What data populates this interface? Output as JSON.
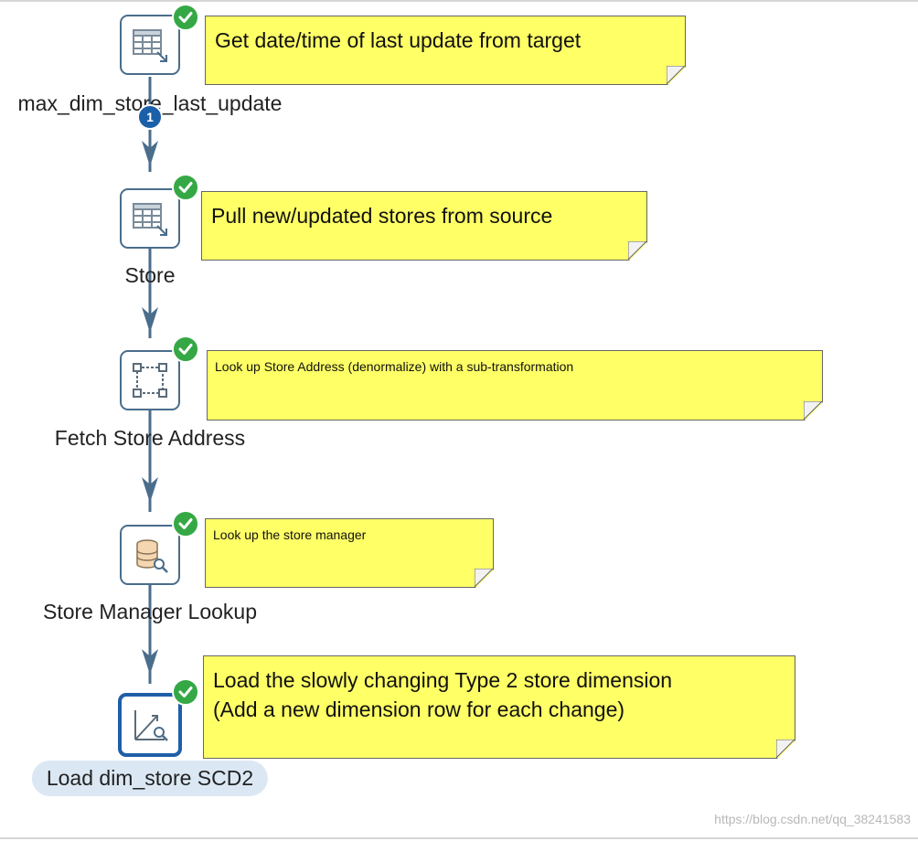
{
  "steps": [
    {
      "id": "max_dim",
      "label": "max_dim_store_last_update",
      "icon": "table-input-icon",
      "selected": false
    },
    {
      "id": "store",
      "label": "Store",
      "icon": "table-input-icon",
      "selected": false
    },
    {
      "id": "fetch",
      "label": "Fetch Store Address",
      "icon": "mapping-icon",
      "selected": false
    },
    {
      "id": "manager",
      "label": "Store Manager Lookup",
      "icon": "database-lookup-icon",
      "selected": false
    },
    {
      "id": "load",
      "label": "Load dim_store SCD2",
      "icon": "dimension-lookup-icon",
      "selected": true
    }
  ],
  "notes": [
    {
      "text": "Get date/time of last update from target"
    },
    {
      "text": "Pull new/updated stores from source"
    },
    {
      "text": "Look up Store Address (denormalize) with a sub-transformation"
    },
    {
      "text": "Look up the store manager"
    },
    {
      "text": "Load the slowly changing Type 2 store dimension\n(Add a new dimension row for each change)"
    }
  ],
  "hop_badge": "1",
  "watermark": "https://blog.csdn.net/qq_38241583",
  "colors": {
    "note_fill": "#ffff66",
    "status_ok": "#35a845",
    "hop_line": "#4a6d8c",
    "selected_border": "#1f5fa8"
  }
}
